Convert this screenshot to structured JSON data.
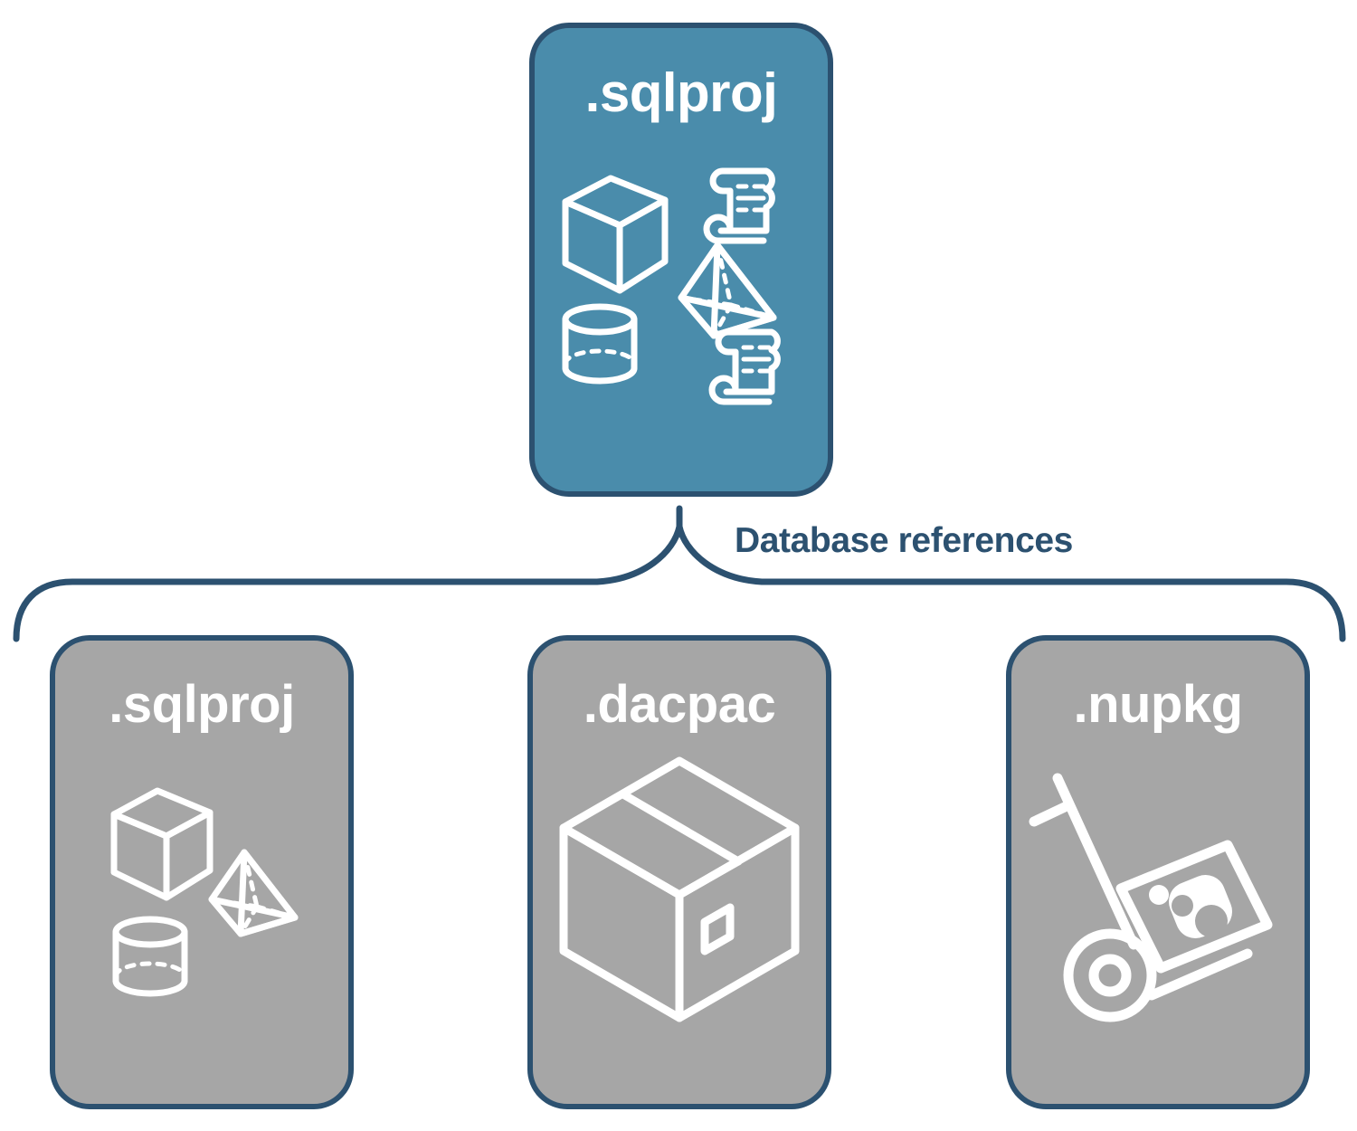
{
  "diagram": {
    "title": "Database references",
    "colors": {
      "primary_card_fill": "#4a8cab",
      "reference_card_fill": "#a6a6a6",
      "border": "#2c5170",
      "label_text": "#2c5170",
      "icon_stroke": "#ffffff",
      "background": "#ffffff"
    },
    "root": {
      "label": ".sqlproj",
      "kind": "primary",
      "icons": [
        "cube-icon",
        "script-scroll-icon",
        "pyramid-icon",
        "cylinder-icon",
        "script-scroll-icon"
      ]
    },
    "connector": {
      "label": "Database references",
      "style": "brace"
    },
    "references": [
      {
        "label": ".sqlproj",
        "kind": "reference",
        "icons": [
          "cube-icon",
          "pyramid-icon",
          "cylinder-icon"
        ]
      },
      {
        "label": ".dacpac",
        "kind": "reference",
        "icons": [
          "package-box-icon"
        ]
      },
      {
        "label": ".nupkg",
        "kind": "reference",
        "icons": [
          "hand-truck-package-icon"
        ]
      }
    ]
  }
}
